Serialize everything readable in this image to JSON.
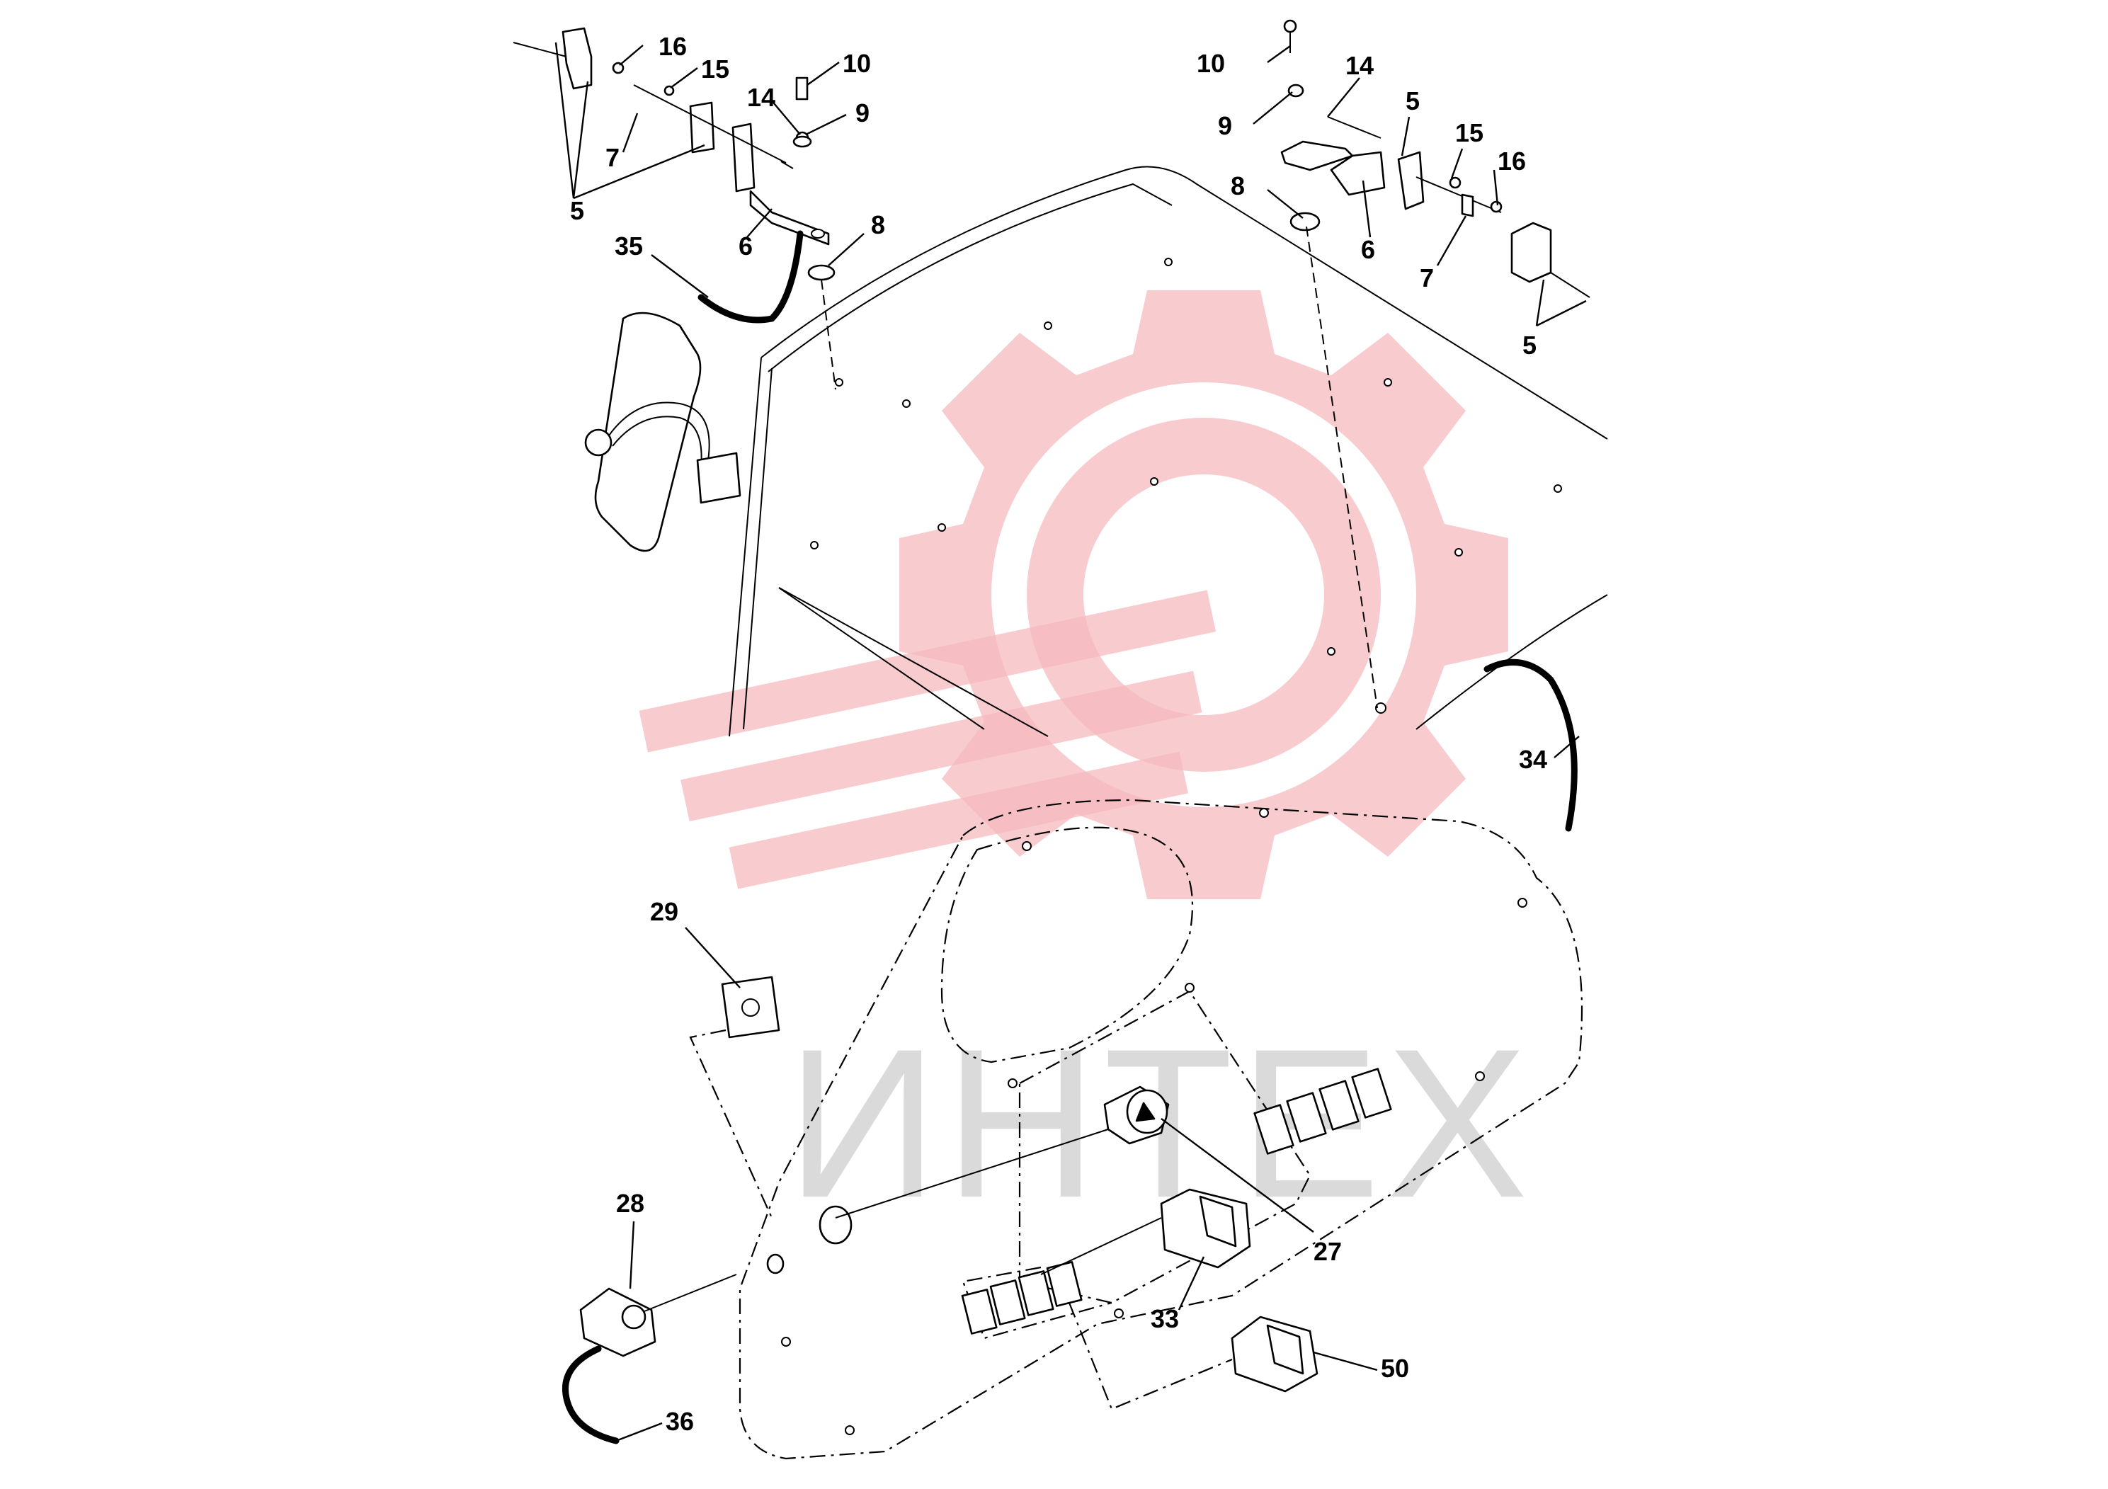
{
  "watermark": {
    "text": "ИНТЕХ",
    "color": "#f6b9bd"
  },
  "callouts": {
    "c16_left": "16",
    "c15_left": "15",
    "c10_left": "10",
    "c14_left": "14",
    "c9_left": "9",
    "c7_left": "7",
    "c5_left_bottom": "5",
    "c6_left": "6",
    "c8_left": "8",
    "c35": "35",
    "c10_right": "10",
    "c14_right": "14",
    "c5_right_top": "5",
    "c9_right": "9",
    "c15_right": "15",
    "c16_right": "16",
    "c8_right": "8",
    "c6_right": "6",
    "c7_right": "7",
    "c5_right_bottom": "5",
    "c34": "34",
    "c29": "29",
    "c28": "28",
    "c27": "27",
    "c33": "33",
    "c50": "50",
    "c36": "36"
  }
}
